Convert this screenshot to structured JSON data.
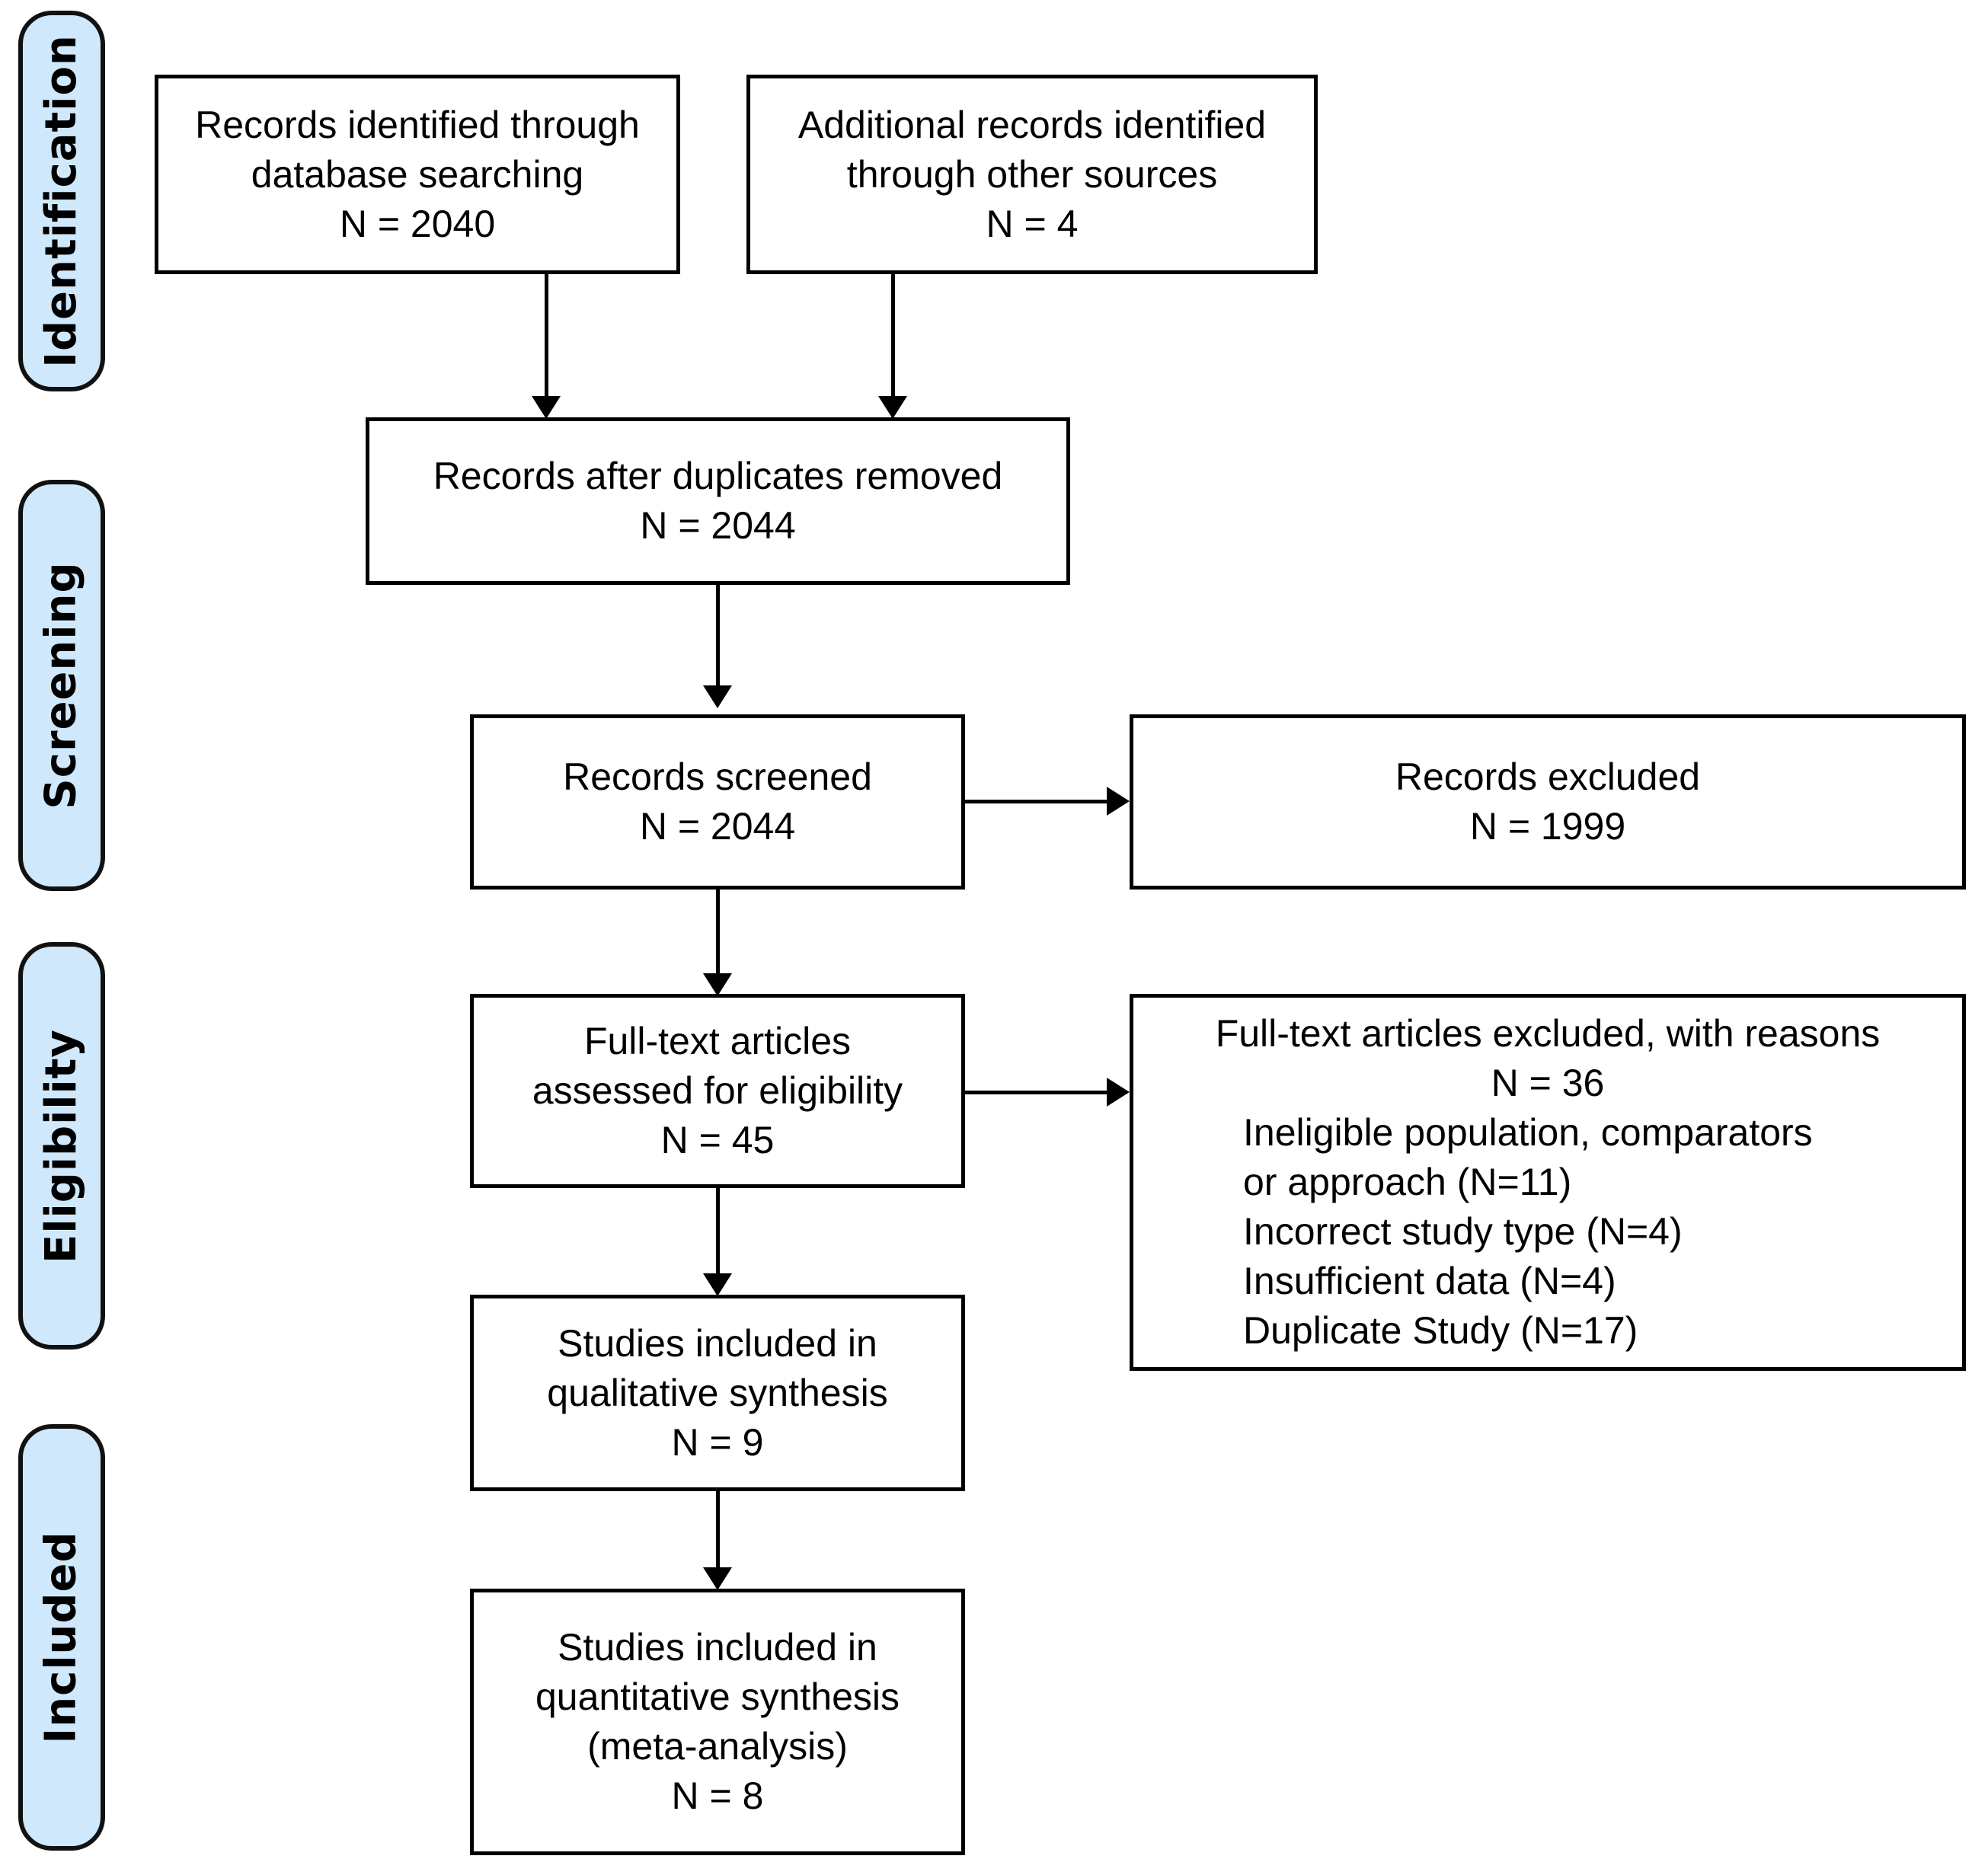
{
  "diagram": {
    "type": "prisma-flow-diagram",
    "title": "PRISMA study selection flow diagram",
    "accent_color": "#cfe8fb",
    "line_color": "#000000",
    "background_color": "#ffffff"
  },
  "stages": [
    {
      "id": "identification",
      "label": "Identification"
    },
    {
      "id": "screening",
      "label": "Screening"
    },
    {
      "id": "eligibility",
      "label": "Eligibility"
    },
    {
      "id": "included",
      "label": "Included"
    }
  ],
  "boxes": {
    "db_search": {
      "line1": "Records identified through",
      "line2": "database searching",
      "line3": "N = 2040",
      "count": 2040
    },
    "other_sources": {
      "line1": "Additional records identified",
      "line2": "through other sources",
      "line3": "N = 4",
      "count": 4
    },
    "duplicates_removed": {
      "line1": "Records after duplicates removed",
      "line2": "N = 2044",
      "count": 2044
    },
    "records_screened": {
      "line1": "Records screened",
      "line2": "N = 2044",
      "count": 2044
    },
    "records_excluded": {
      "line1": "Records excluded",
      "line2": "N = 1999",
      "count": 1999
    },
    "fulltext_assessed": {
      "line1": "Full-text articles",
      "line2": "assessed for eligibility",
      "line3": "N = 45",
      "count": 45
    },
    "fulltext_excluded": {
      "line1": "Full-text articles excluded, with reasons",
      "line2": "N = 36",
      "count": 36,
      "reason1": "Ineligible population, comparators",
      "reason2": "or approach (N=11)",
      "reason3": "Incorrect study type (N=4)",
      "reason4": "Insufficient data (N=4)",
      "reason5": "Duplicate Study (N=17)"
    },
    "qualitative": {
      "line1": "Studies included in",
      "line2": "qualitative synthesis",
      "line3": "N = 9",
      "count": 9
    },
    "quantitative": {
      "line1": "Studies included in",
      "line2": "quantitative synthesis",
      "line3": "(meta-analysis)",
      "line4": "N = 8",
      "count": 8
    }
  }
}
